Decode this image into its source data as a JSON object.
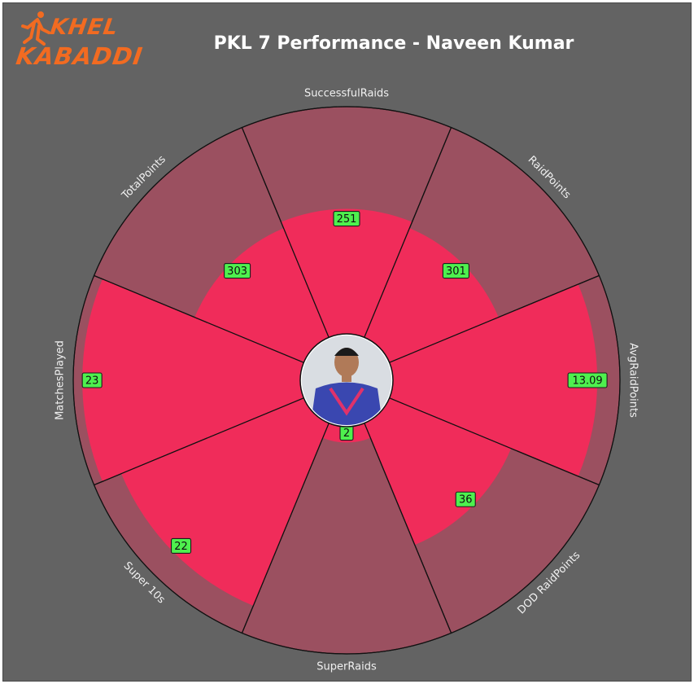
{
  "title": "PKL 7 Performance - Naveen Kumar",
  "logo": {
    "line1": "KHEL",
    "line2": "KABADDI"
  },
  "colors": {
    "background": "#636363",
    "outer_band": "#9b5060",
    "value_fill": "#f02c5a",
    "label_box": "#4ef04e",
    "divider": "#111111",
    "logo_orange": "#f26b21"
  },
  "photo": {
    "icon": "player-avatar",
    "jersey_color": "#3a47b0"
  },
  "chart_data": {
    "type": "polar-bar",
    "title": "PKL 7 Performance - Naveen Kumar",
    "categories": [
      "MatchesPlayed",
      "TotalPoints",
      "SuccessfulRaids",
      "RaidPoints",
      "AvgRaidPoints",
      "DOD RaidPoints",
      "SuperRaids",
      "Super 10s"
    ],
    "values": [
      "23",
      "303",
      "251",
      "301",
      "13.09",
      "36",
      "2",
      "22"
    ],
    "normalized_level": [
      0.96,
      0.52,
      0.55,
      0.52,
      0.9,
      0.58,
      0.07,
      0.87
    ]
  }
}
